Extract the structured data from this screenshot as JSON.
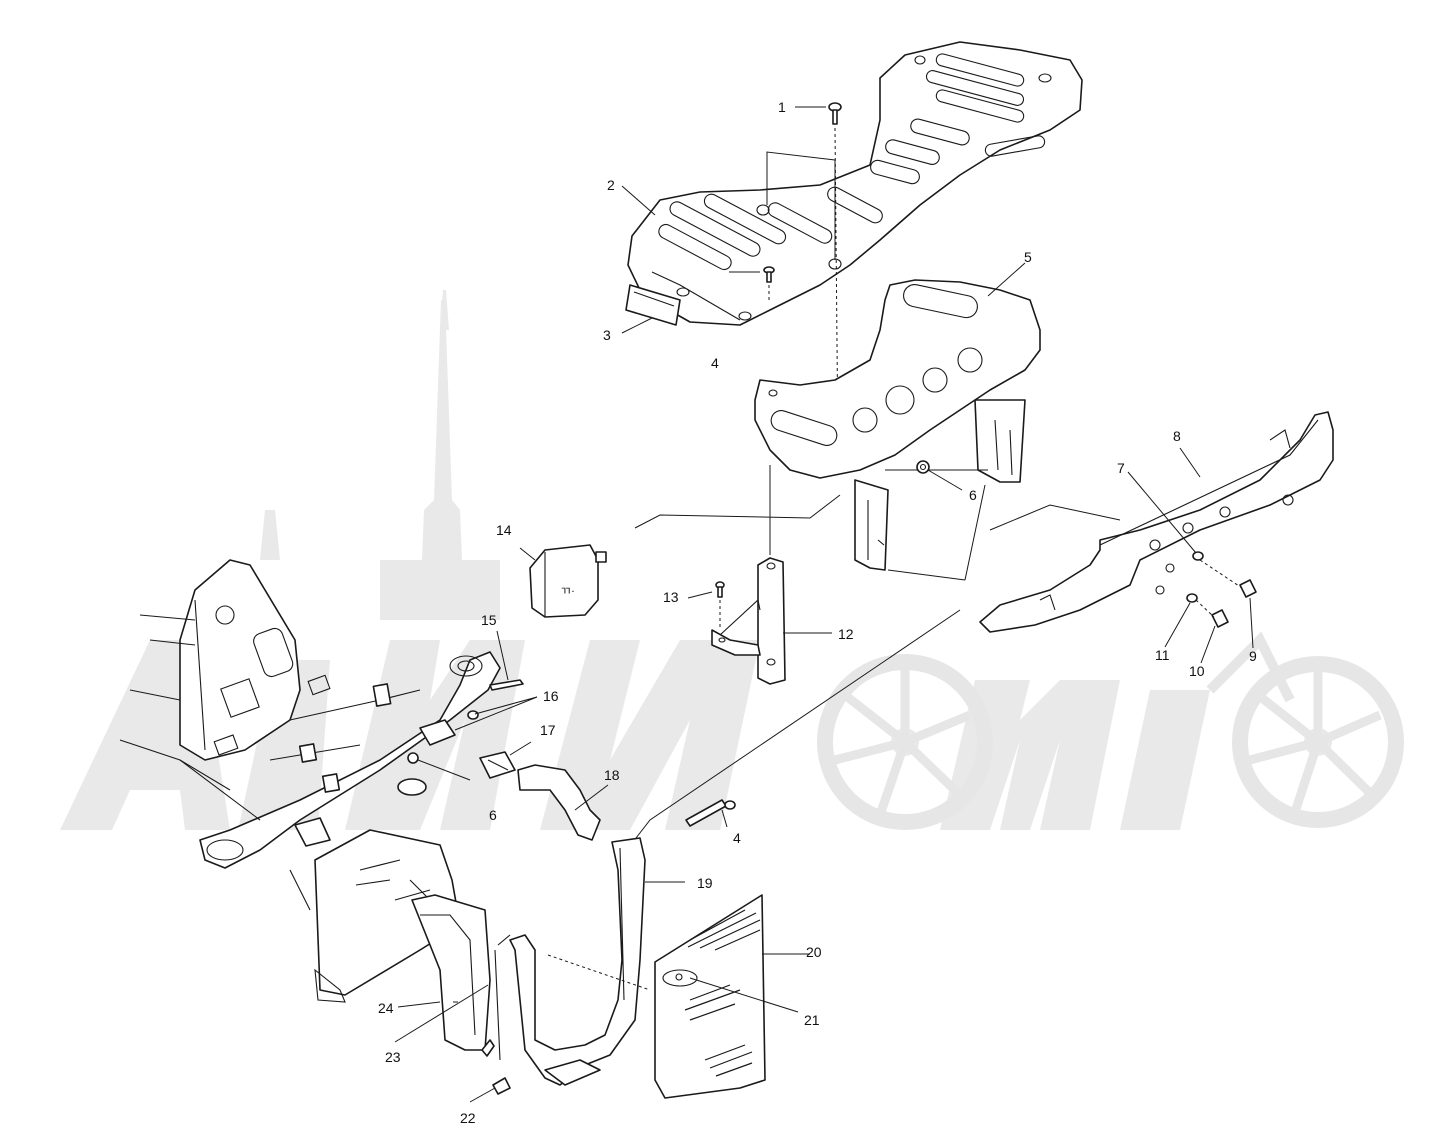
{
  "diagram": {
    "callouts": [
      {
        "id": "c1",
        "label": "1"
      },
      {
        "id": "c2",
        "label": "2"
      },
      {
        "id": "c3",
        "label": "3"
      },
      {
        "id": "c4a",
        "label": "4"
      },
      {
        "id": "c5",
        "label": "5"
      },
      {
        "id": "c6a",
        "label": "6"
      },
      {
        "id": "c7",
        "label": "7"
      },
      {
        "id": "c8",
        "label": "8"
      },
      {
        "id": "c9",
        "label": "9"
      },
      {
        "id": "c10",
        "label": "10"
      },
      {
        "id": "c11",
        "label": "11"
      },
      {
        "id": "c12",
        "label": "12"
      },
      {
        "id": "c13",
        "label": "13"
      },
      {
        "id": "c14",
        "label": "14"
      },
      {
        "id": "c15",
        "label": "15"
      },
      {
        "id": "c16",
        "label": "16"
      },
      {
        "id": "c17",
        "label": "17"
      },
      {
        "id": "c18",
        "label": "18"
      },
      {
        "id": "c6b",
        "label": "6"
      },
      {
        "id": "c4b",
        "label": "4"
      },
      {
        "id": "c19",
        "label": "19"
      },
      {
        "id": "c20",
        "label": "20"
      },
      {
        "id": "c21",
        "label": "21"
      },
      {
        "id": "c24",
        "label": "24"
      },
      {
        "id": "c23",
        "label": "23"
      },
      {
        "id": "c22",
        "label": "22"
      }
    ],
    "watermark": {
      "text": "ARTMoto",
      "color": "#e9e9e9"
    },
    "colors": {
      "line": "#1a1a1a",
      "background": "#ffffff"
    }
  }
}
